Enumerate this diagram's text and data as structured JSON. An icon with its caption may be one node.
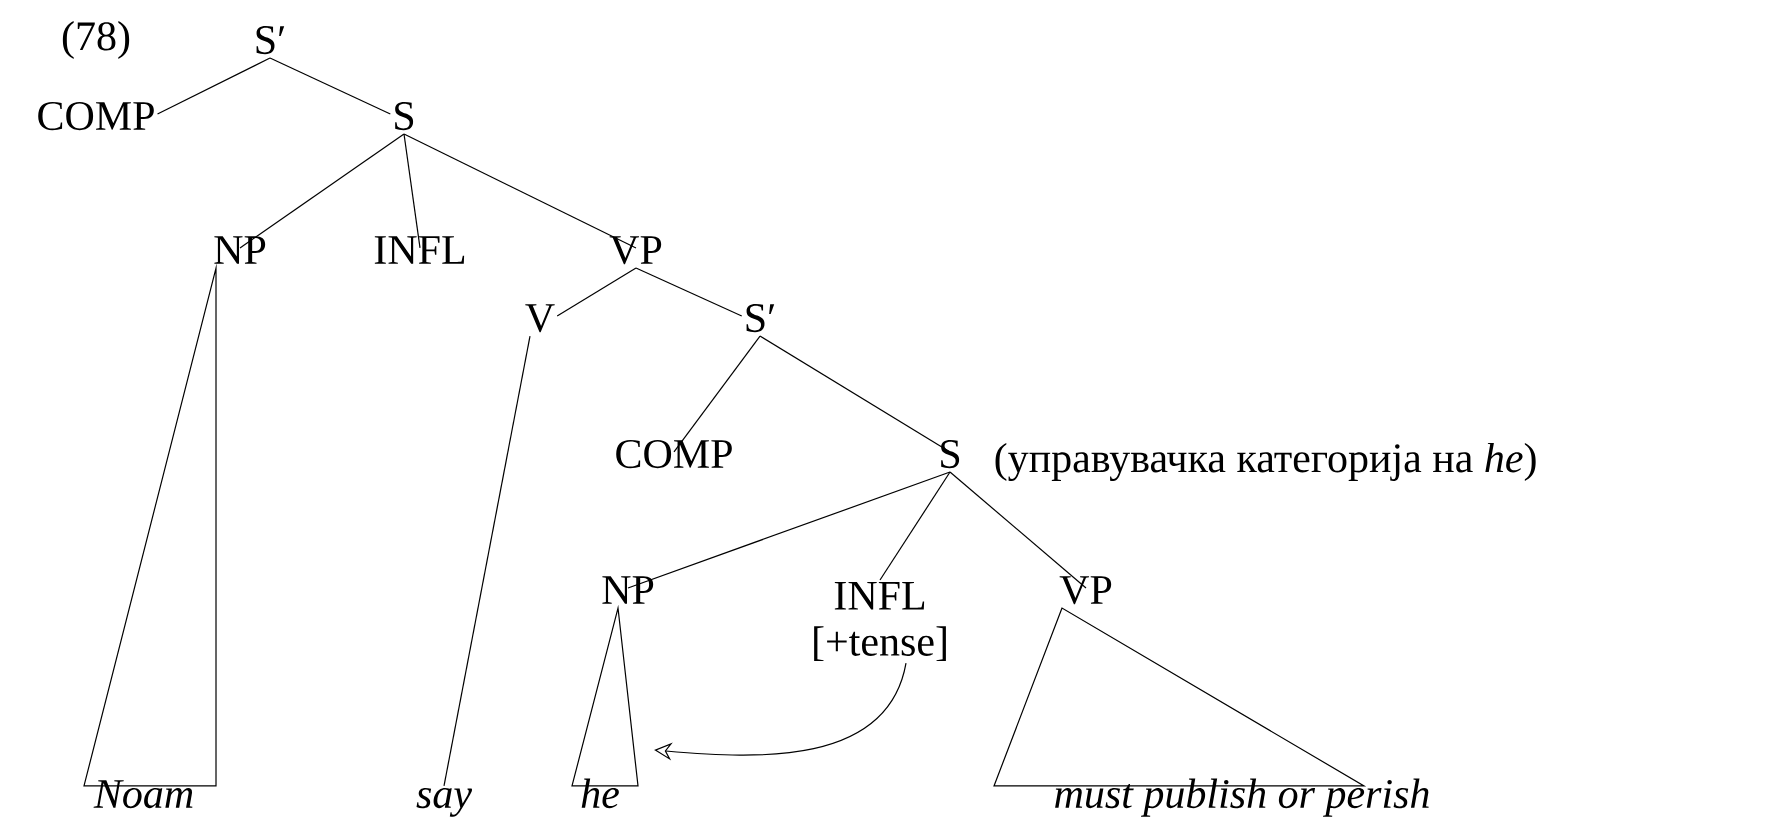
{
  "diagram": {
    "nodes": [
      {
        "text": [
          "S′"
        ]
      },
      {
        "text": [
          "COMP"
        ]
      },
      {
        "text": [
          "S"
        ]
      },
      {
        "text": [
          "NP"
        ]
      },
      {
        "text": [
          "INFL"
        ]
      },
      {
        "text": [
          "VP"
        ]
      },
      {
        "text": [
          "V"
        ]
      },
      {
        "text": [
          "S′"
        ]
      },
      {
        "text": [
          "COMP"
        ]
      },
      {
        "text": [
          "S"
        ],
        "beside": [
          "(управувачка категорија на *he*)"
        ]
      },
      {
        "text": [
          "NP"
        ]
      },
      {
        "text": [
          "INFL",
          "[+tense]"
        ]
      },
      {
        "text": [
          "VP"
        ]
      },
      {
        "text": [
          "*Noam*"
        ]
      },
      {
        "text": [
          "*say*"
        ]
      },
      {
        "text": [
          "*he*"
        ]
      },
      {
        "text": [
          "*must publish or perish*"
        ]
      }
    ],
    "edges": [
      {
        "from": 0,
        "to": 1,
        "arrow": "none"
      },
      {
        "from": 0,
        "to": 2,
        "arrow": "none"
      },
      {
        "from": 2,
        "to": 3,
        "arrow": "none"
      },
      {
        "from": 2,
        "to": 4,
        "arrow": "none"
      },
      {
        "from": 2,
        "to": 5,
        "arrow": "none"
      },
      {
        "from": 5,
        "to": 6,
        "arrow": "none"
      },
      {
        "from": 5,
        "to": 7,
        "arrow": "none"
      },
      {
        "from": 7,
        "to": 8,
        "arrow": "none"
      },
      {
        "from": 7,
        "to": 9,
        "arrow": "none"
      },
      {
        "from": 9,
        "to": 10,
        "arrow": "none"
      },
      {
        "from": 9,
        "to": 11,
        "arrow": "none"
      },
      {
        "from": 9,
        "to": 12,
        "arrow": "none"
      },
      {
        "from": 3,
        "to": 13,
        "arrow": "none"
      },
      {
        "from": 6,
        "to": 14,
        "arrow": "none"
      },
      {
        "from": 10,
        "to": 15,
        "arrow": "none"
      },
      {
        "from": 12,
        "to": 16,
        "arrow": "none"
      },
      {
        "from": 11,
        "to": 15,
        "arrow": "to"
      }
    ],
    "labels": [
      "(78)"
    ]
  }
}
